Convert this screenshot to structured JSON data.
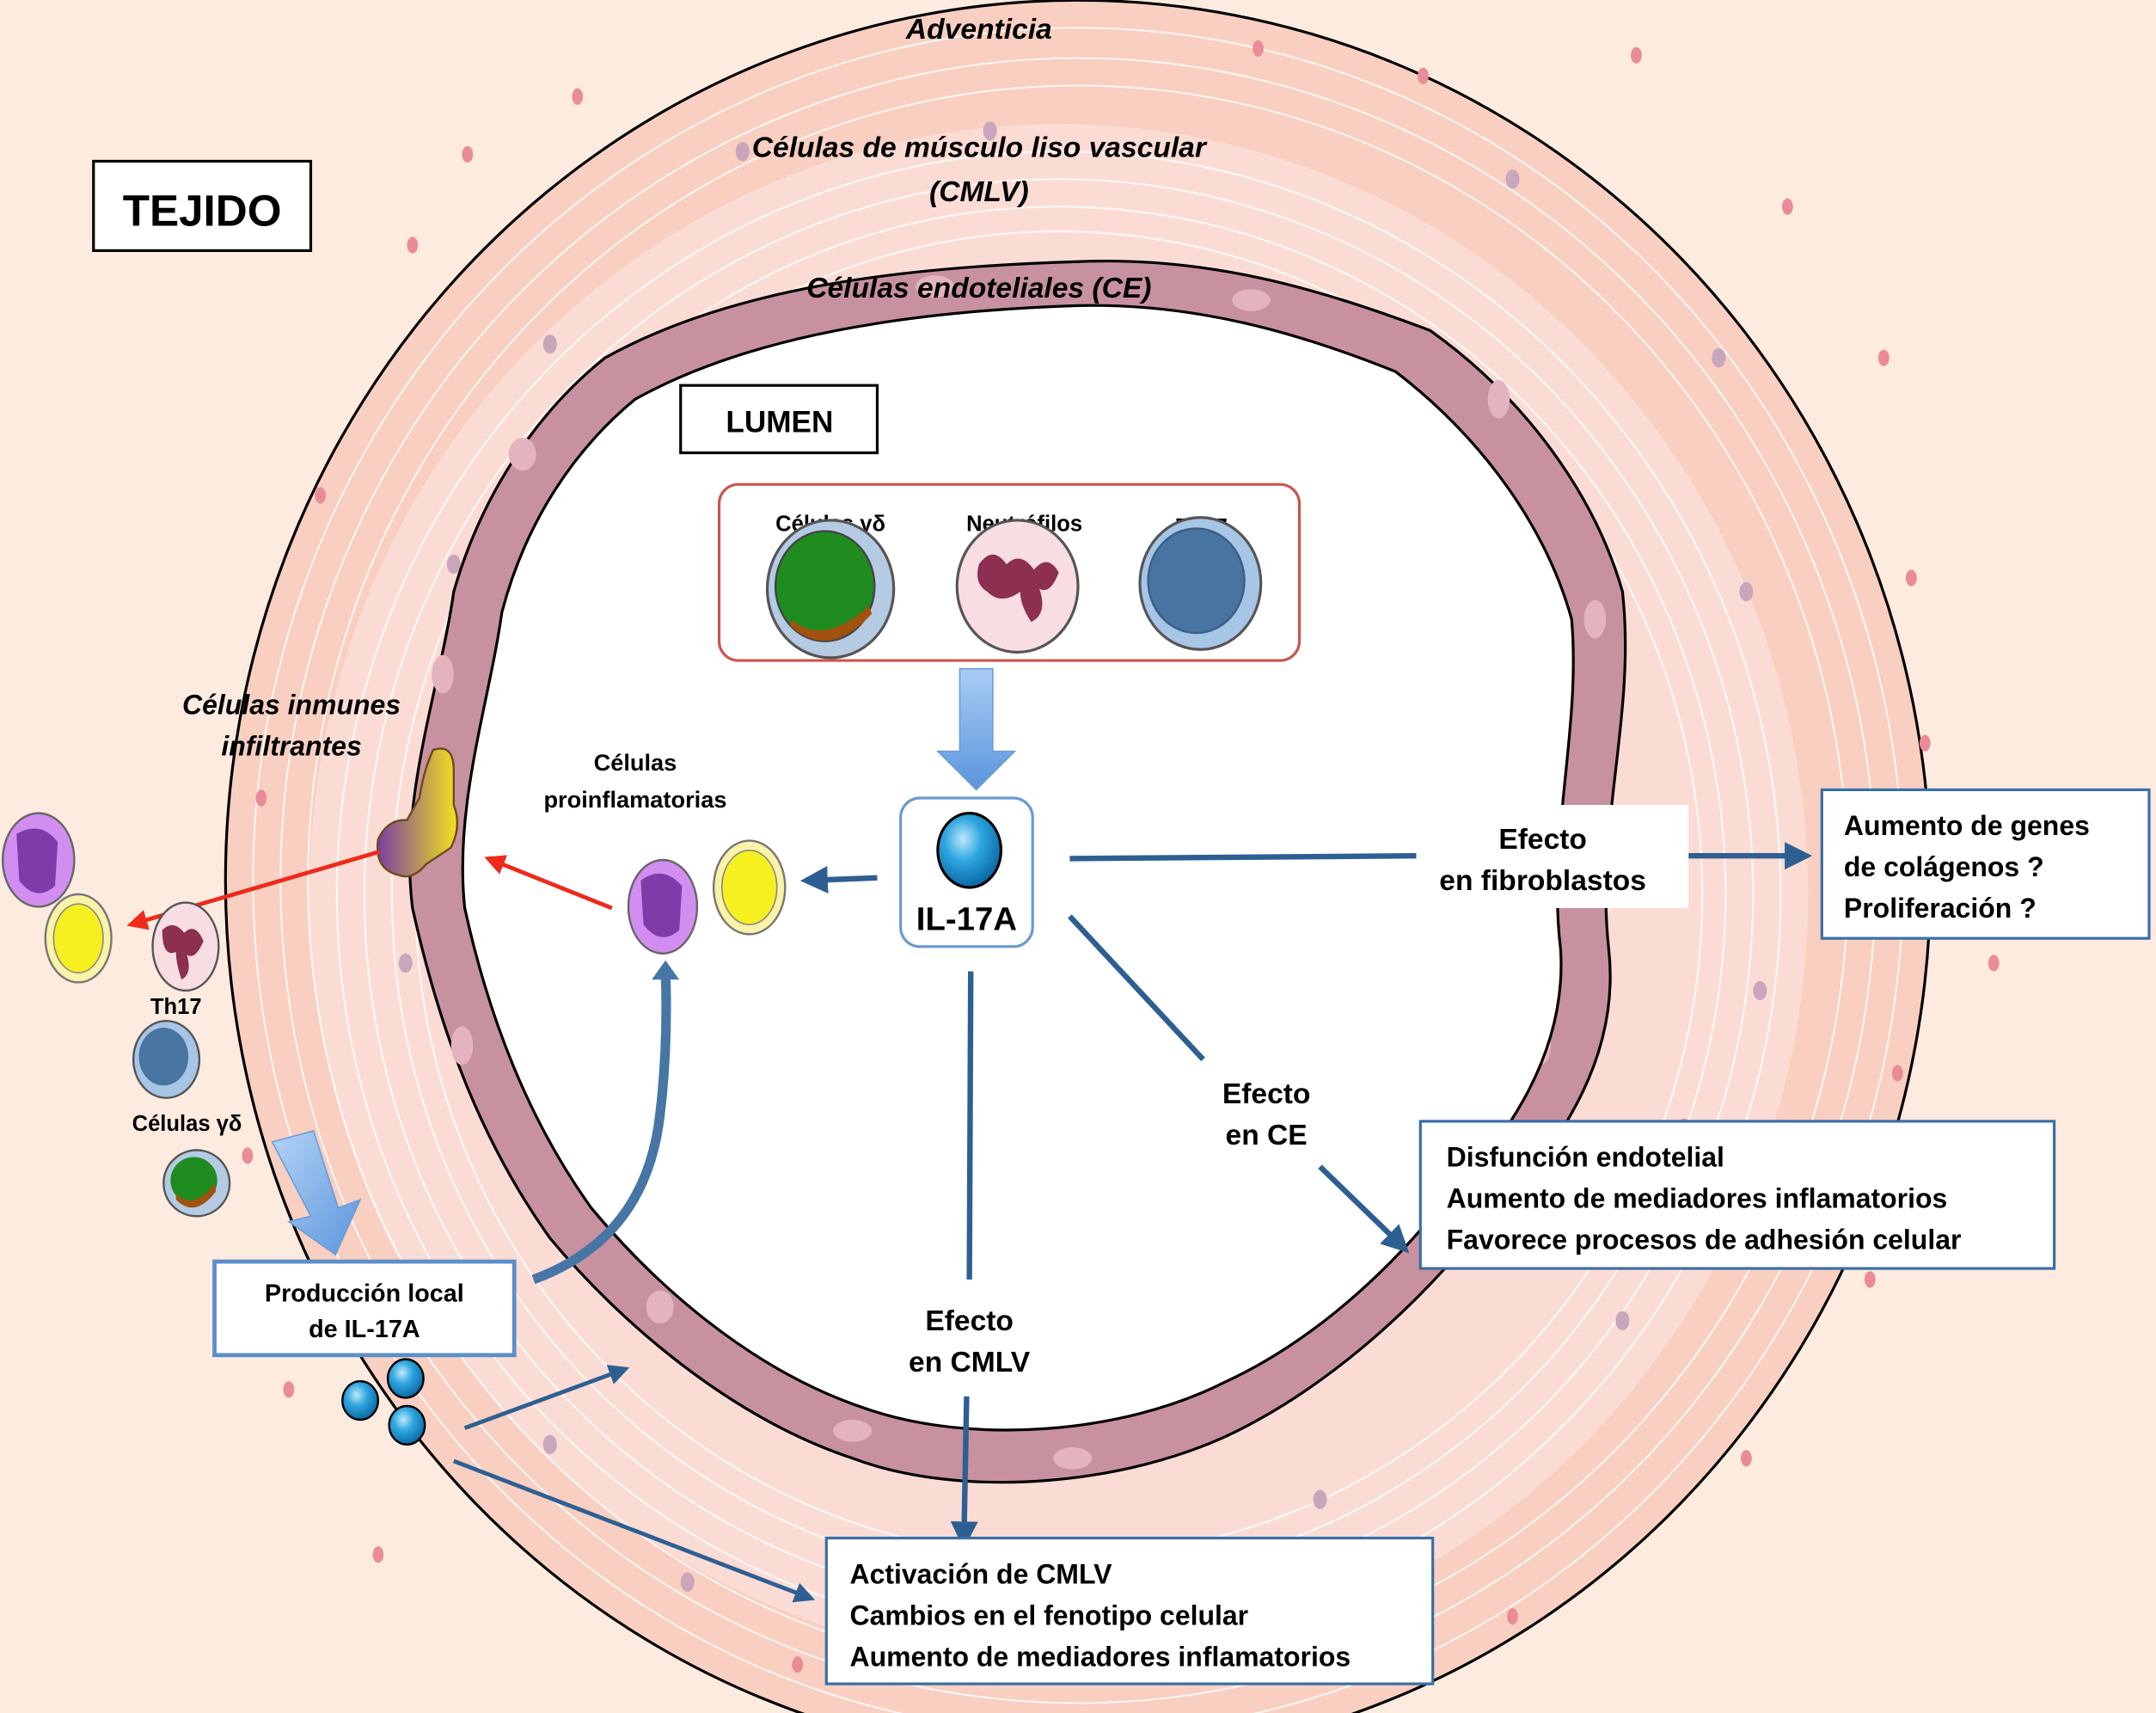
{
  "title_label": "TEJIDO",
  "layers": {
    "adventitia": "Adventicia",
    "smooth_muscle_line1": "Células de músculo liso vascular",
    "smooth_muscle_line2": "(CMLV)",
    "endothelial": "Células endoteliales (CE)"
  },
  "lumen": {
    "label": "LUMEN",
    "cells": [
      {
        "label": "Células γδ",
        "type": "gamma-delta"
      },
      {
        "label": "Neutrófilos",
        "type": "neutrophil"
      },
      {
        "label": "Th17",
        "type": "th17"
      }
    ]
  },
  "center": {
    "label": "IL-17A"
  },
  "proinflammatory": {
    "line1": "Células",
    "line2": "proinflamatorias"
  },
  "infiltrating": {
    "line1": "Células inmunes",
    "line2": "infiltrantes",
    "th17_label": "Th17",
    "gd_label": "Células γδ"
  },
  "local_production": {
    "line1": "Producción local",
    "line2": "de IL-17A"
  },
  "effects": {
    "fibroblasts": {
      "label_line1": "Efecto",
      "label_line2": "en fibroblastos",
      "outcomes": [
        "Aumento de genes",
        "de colágenos ?",
        "Proliferación ?"
      ]
    },
    "endothelial": {
      "label_line1": "Efecto",
      "label_line2": "en CE",
      "outcomes": [
        "Disfunción endotelial",
        "Aumento de mediadores inflamatorios",
        "Favorece procesos de adhesión celular"
      ]
    },
    "smooth_muscle": {
      "label_line1": "Efecto",
      "label_line2": "en CMLV",
      "outcomes": [
        "Activación de CMLV",
        "Cambios en el fenotipo celular",
        "Aumento de mediadores inflamatorios"
      ]
    }
  },
  "colors": {
    "background": "#fdebe0",
    "adventitia": "#f8cfc0",
    "media": "#fbdcd4",
    "endothelium": "#c8919f",
    "lumen": "#ffffff",
    "arrow_blue": "#2e5f93",
    "arrow_red": "#ee2a1b",
    "box_blue_border": "#3a6ea5",
    "lumen_box_border": "#c9564e"
  }
}
